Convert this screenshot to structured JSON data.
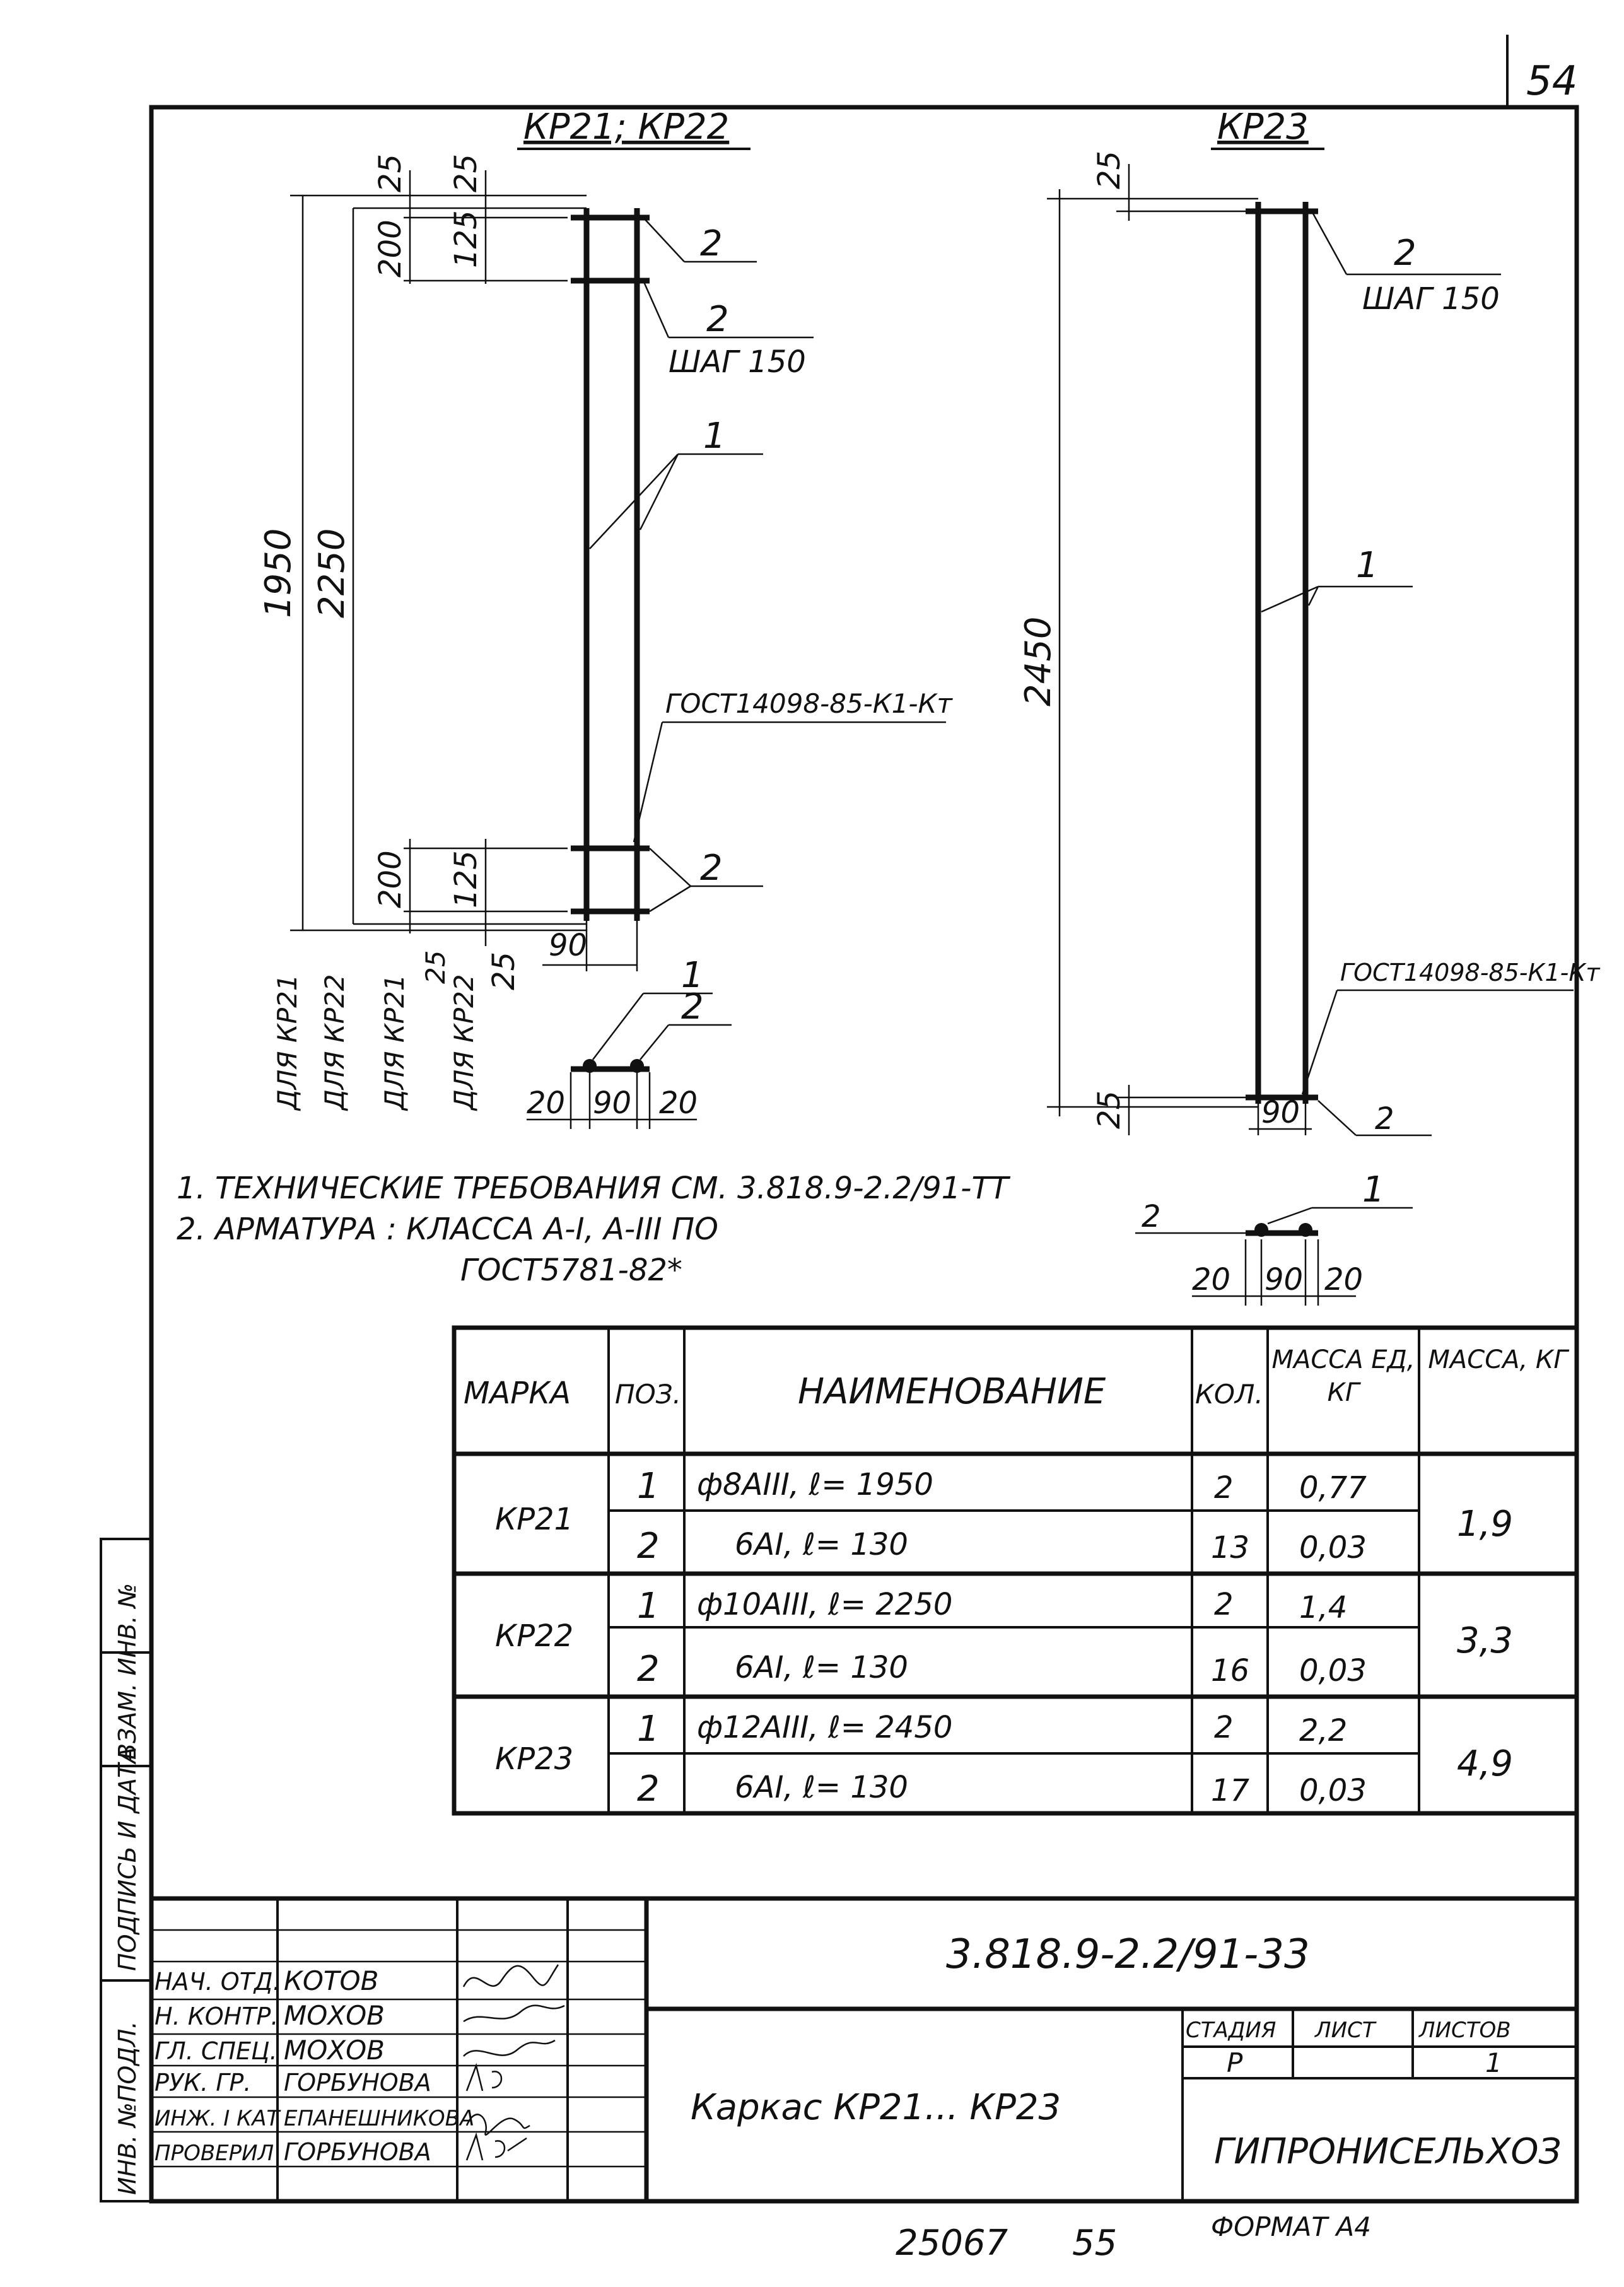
{
  "page_number": "54",
  "kp21_22": {
    "title": "КР21; КР22",
    "top_dims": [
      "25",
      "25"
    ],
    "top_spacing_dims": [
      "200",
      "125"
    ],
    "length_dims": [
      "1950",
      "2250"
    ],
    "bottom_spacing_dims": [
      "200",
      "125"
    ],
    "bottom_small_dims": [
      "25",
      "25"
    ],
    "for_labels": [
      "ДЛЯ КР21",
      "ДЛЯ КР22",
      "ДЛЯ КР21",
      "ДЛЯ КР22"
    ],
    "width_dim": "90",
    "pos_top": "2",
    "pos_step": "2",
    "step": "ШАГ 150",
    "pos_bar": "1",
    "gost": "ГОСТ14098-85-К1-Кт",
    "pos_bottom": "2",
    "section_pos1": "1",
    "section_pos2": "2",
    "section_dims": [
      "20",
      "90",
      "20"
    ]
  },
  "kp23": {
    "title": "КР23",
    "top_dim": "25",
    "length_dim": "2450",
    "bottom_dim": "25",
    "pos_step": "2",
    "step": "ШАГ 150",
    "pos_bar": "1",
    "gost": "ГОСТ14098-85-К1-Кт",
    "width_dim": "90",
    "pos_bottom": "2",
    "section_pos1": "1",
    "section_pos2": "2",
    "section_dims": [
      "20",
      "90",
      "20"
    ]
  },
  "notes": [
    "1. ТЕХНИЧЕСКИЕ ТРЕБОВАНИЯ СМ. 3.818.9-2.2/91-ТТ",
    "2. АРМАТУРА : КЛАССА А-I, А-III ПО",
    "ГОСТ5781-82*"
  ],
  "spec_table": {
    "headers": [
      "МАРКА",
      "ПОЗ.",
      "НАИМЕНОВАНИЕ",
      "КОЛ.",
      "МАССА ЕД, КГ",
      "МАССА, КГ"
    ],
    "groups": [
      {
        "mark": "КР21",
        "mass": "1,9",
        "rows": [
          {
            "pos": "1",
            "name": "ф8АIII, ℓ= 1950",
            "qty": "2",
            "unit_mass": "0,77"
          },
          {
            "pos": "2",
            "name": "6АI, ℓ= 130",
            "qty": "13",
            "unit_mass": "0,03"
          }
        ]
      },
      {
        "mark": "КР22",
        "mass": "3,3",
        "rows": [
          {
            "pos": "1",
            "name": "ф10АIII, ℓ= 2250",
            "qty": "2",
            "unit_mass": "1,4"
          },
          {
            "pos": "2",
            "name": "6АI, ℓ= 130",
            "qty": "16",
            "unit_mass": "0,03"
          }
        ]
      },
      {
        "mark": "КР23",
        "mass": "4,9",
        "rows": [
          {
            "pos": "1",
            "name": "ф12АIII, ℓ= 2450",
            "qty": "2",
            "unit_mass": "2,2"
          },
          {
            "pos": "2",
            "name": "6АI, ℓ= 130",
            "qty": "17",
            "unit_mass": "0,03"
          }
        ]
      }
    ]
  },
  "title_block": {
    "doc_code": "3.818.9-2.2/91-33",
    "title": "Каркас КР21... КР23",
    "stage_header": "СТАДИЯ",
    "sheet_header": "ЛИСТ",
    "sheets_header": "ЛИСТОВ",
    "stage": "Р",
    "sheet": "",
    "sheets": "1",
    "org": "ГИПРОНИСЕЛЬХОЗ",
    "signers": [
      {
        "role": "НАЧ. ОТД.",
        "name": "КОТОВ"
      },
      {
        "role": "Н. КОНТР.",
        "name": "МОХОВ"
      },
      {
        "role": "ГЛ. СПЕЦ.",
        "name": "МОХОВ"
      },
      {
        "role": "РУК. ГР.",
        "name": "ГОРБУНОВА"
      },
      {
        "role": "ИНЖ. I КАТ",
        "name": "ЕПАНЕШНИКОВА"
      },
      {
        "role": "ПРОВЕРИЛ",
        "name": "ГОРБУНОВА"
      }
    ]
  },
  "side_stamp": [
    "ИНВ. №ПОДЛ.",
    "ПОДПИСЬ И ДАТА",
    "ВЗАМ. ИНВ. №"
  ],
  "footer": {
    "code": "25067",
    "page": "55",
    "format": "ФОРМАТ А4"
  }
}
